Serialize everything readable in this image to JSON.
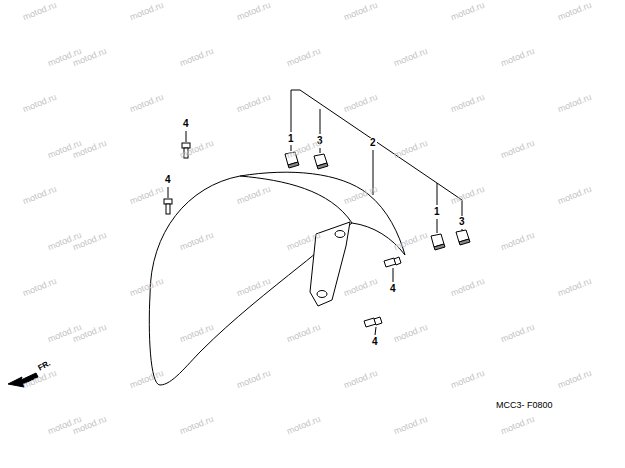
{
  "diagram": {
    "labels": [
      "4",
      "4",
      "1",
      "3",
      "2",
      "1",
      "3",
      "4",
      "4",
      "FR.",
      "MCC3- F0800",
      "motod.ru",
      "motod.ru",
      "motod.ru",
      "motod.ru",
      "motod.ru",
      "motod.ru",
      "motod.ru",
      "motod.ru",
      "motod.ru",
      "motod.ru",
      "motod.ru",
      "motod.ru",
      "motod.ru",
      "motod.ru",
      "motod.ru",
      "motod.ru",
      "motod.ru",
      "motod.ru",
      "motod.ru",
      "motod.ru",
      "motod.ru",
      "motod.ru",
      "motod.ru",
      "motod.ru",
      "motod.ru",
      "motod.ru",
      "motod.ru",
      "motod.ru",
      "motod.ru",
      "motod.ru",
      "motod.ru",
      "motod.ru",
      "motod.ru",
      "motod.ru",
      "motod.ru",
      "motod.ru",
      "motod.ru",
      "motod.ru",
      "motod.ru",
      "motod.ru",
      "motod.ru",
      "motod.ru",
      "motod.ru",
      "motod.ru",
      "motod.ru",
      "motod.ru",
      "motod.ru",
      "motod.ru",
      "motod.ru",
      "motod.ru",
      "motod.ru",
      "motod.ru",
      "motod.ru",
      "motod.ru",
      "motod.ru",
      "motod.ru",
      "motod.ru",
      "motod.ru",
      "motod.ru",
      "motod.ru"
    ]
  }
}
